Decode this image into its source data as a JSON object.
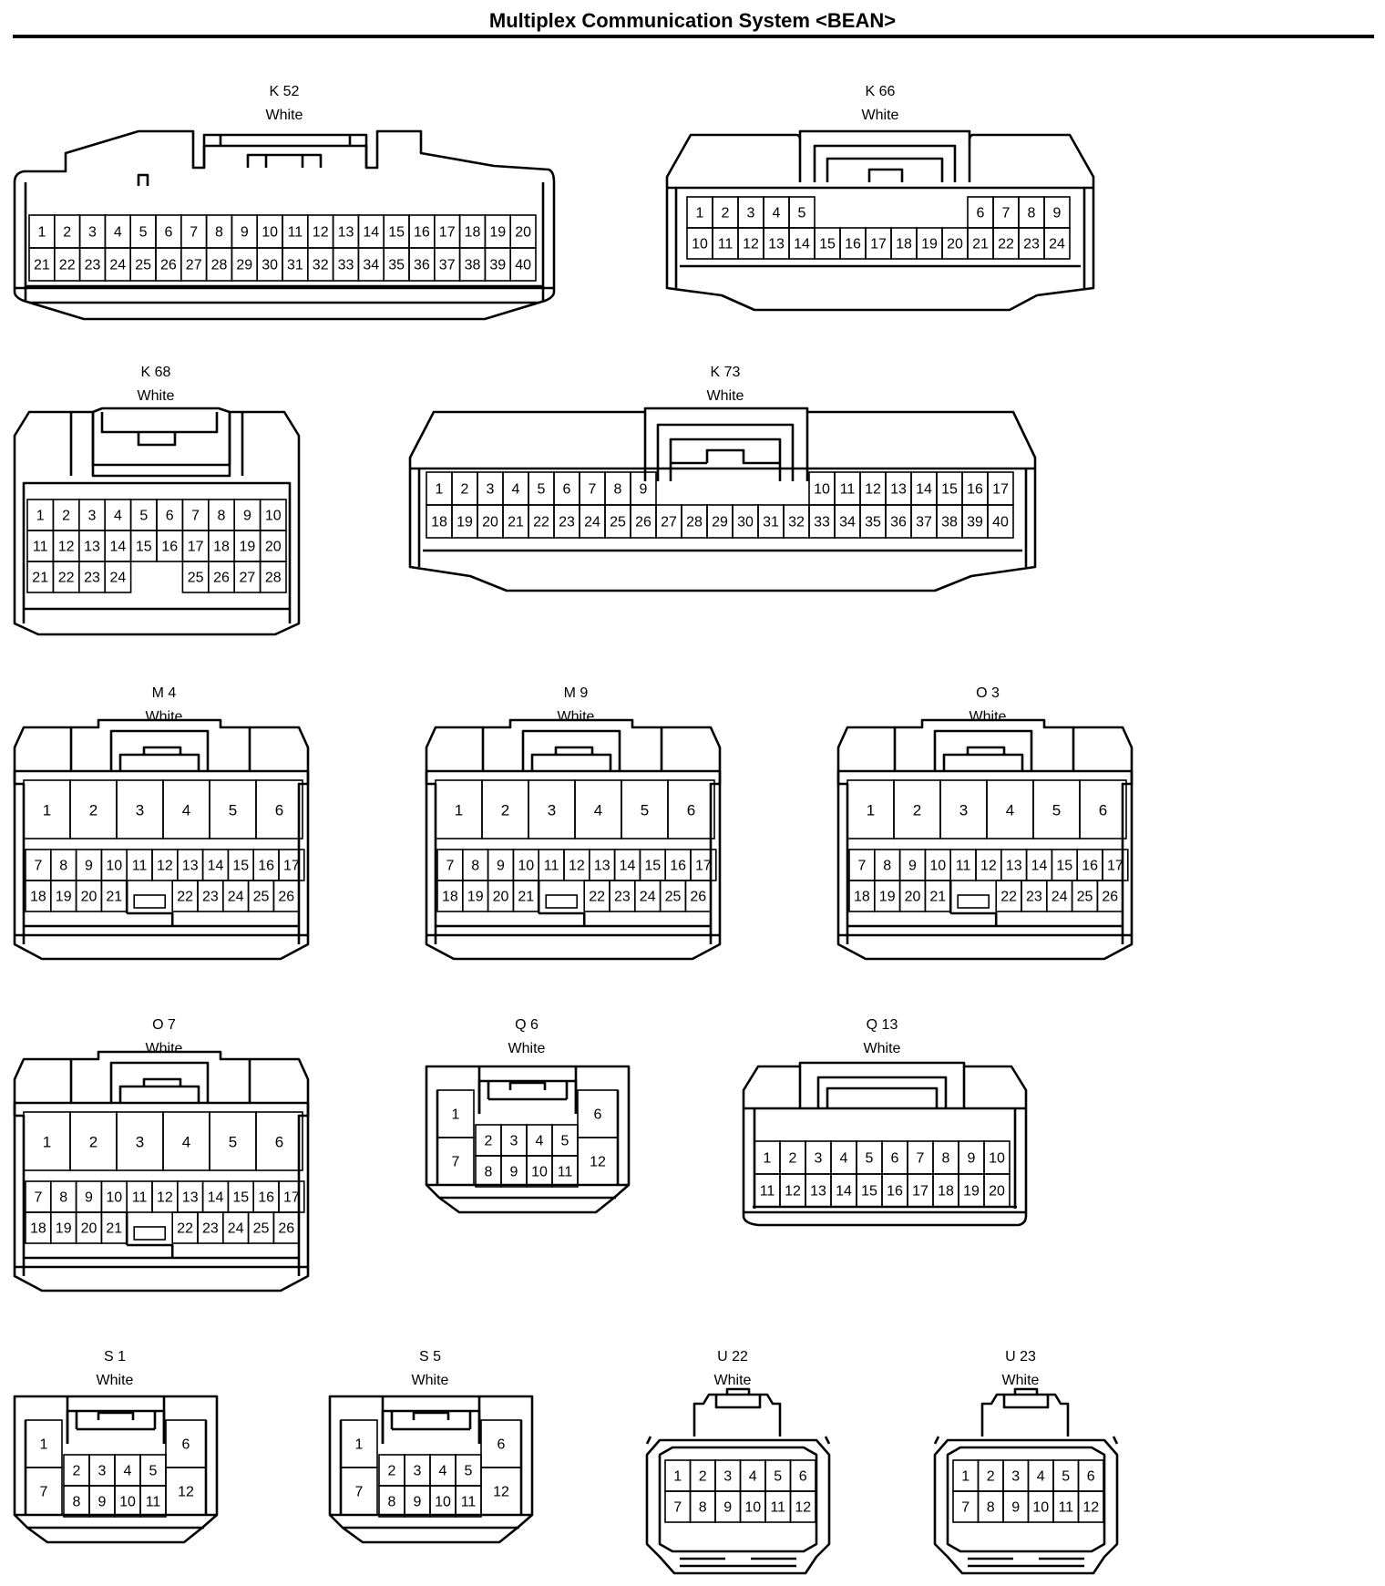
{
  "title": "Multiplex Communication System <BEAN>",
  "connectors": [
    {
      "id": "K52",
      "label": "K 52",
      "color": "White",
      "rows": [
        [
          "1",
          "2",
          "3",
          "4",
          "5",
          "6",
          "7",
          "8",
          "9",
          "10",
          "11",
          "12",
          "13",
          "14",
          "15",
          "16",
          "17",
          "18",
          "19",
          "20"
        ],
        [
          "21",
          "22",
          "23",
          "24",
          "25",
          "26",
          "27",
          "28",
          "29",
          "30",
          "31",
          "32",
          "33",
          "34",
          "35",
          "36",
          "37",
          "38",
          "39",
          "40"
        ]
      ]
    },
    {
      "id": "K66",
      "label": "K 66",
      "color": "White",
      "rows": [
        [
          "1",
          "2",
          "3",
          "4",
          "5",
          "",
          "",
          "",
          "",
          "",
          "",
          "6",
          "7",
          "8",
          "9"
        ],
        [
          "10",
          "11",
          "12",
          "13",
          "14",
          "15",
          "16",
          "17",
          "18",
          "19",
          "20",
          "21",
          "22",
          "23",
          "24"
        ]
      ]
    },
    {
      "id": "K68",
      "label": "K 68",
      "color": "White",
      "rows": [
        [
          "1",
          "2",
          "3",
          "4",
          "5",
          "6",
          "7",
          "8",
          "9",
          "10"
        ],
        [
          "11",
          "12",
          "13",
          "14",
          "15",
          "16",
          "17",
          "18",
          "19",
          "20"
        ],
        [
          "21",
          "22",
          "23",
          "24",
          "",
          "",
          "25",
          "26",
          "27",
          "28"
        ]
      ]
    },
    {
      "id": "K73",
      "label": "K 73",
      "color": "White",
      "rows": [
        [
          "1",
          "2",
          "3",
          "4",
          "5",
          "6",
          "7",
          "8",
          "9",
          "",
          "",
          "",
          "",
          "",
          "",
          "10",
          "11",
          "12",
          "13",
          "14",
          "15",
          "16",
          "17"
        ],
        [
          "18",
          "19",
          "20",
          "21",
          "22",
          "23",
          "24",
          "25",
          "26",
          "27",
          "28",
          "29",
          "30",
          "31",
          "32",
          "33",
          "34",
          "35",
          "36",
          "37",
          "38",
          "39",
          "40"
        ]
      ]
    },
    {
      "id": "M4",
      "label": "M 4",
      "color": "White",
      "big": [
        "1",
        "2",
        "3",
        "4",
        "5",
        "6"
      ],
      "rows": [
        [
          "7",
          "8",
          "9",
          "10",
          "11",
          "12",
          "13",
          "14",
          "15",
          "16",
          "17"
        ],
        [
          "18",
          "19",
          "20",
          "21",
          "",
          "22",
          "23",
          "24",
          "25",
          "26"
        ]
      ]
    },
    {
      "id": "M9",
      "label": "M 9",
      "color": "White",
      "big": [
        "1",
        "2",
        "3",
        "4",
        "5",
        "6"
      ],
      "rows": [
        [
          "7",
          "8",
          "9",
          "10",
          "11",
          "12",
          "13",
          "14",
          "15",
          "16",
          "17"
        ],
        [
          "18",
          "19",
          "20",
          "21",
          "",
          "22",
          "23",
          "24",
          "25",
          "26"
        ]
      ]
    },
    {
      "id": "O3",
      "label": "O 3",
      "color": "White",
      "big": [
        "1",
        "2",
        "3",
        "4",
        "5",
        "6"
      ],
      "rows": [
        [
          "7",
          "8",
          "9",
          "10",
          "11",
          "12",
          "13",
          "14",
          "15",
          "16",
          "17"
        ],
        [
          "18",
          "19",
          "20",
          "21",
          "",
          "22",
          "23",
          "24",
          "25",
          "26"
        ]
      ]
    },
    {
      "id": "O7",
      "label": "O 7",
      "color": "White",
      "big": [
        "1",
        "2",
        "3",
        "4",
        "5",
        "6"
      ],
      "rows": [
        [
          "7",
          "8",
          "9",
          "10",
          "11",
          "12",
          "13",
          "14",
          "15",
          "16",
          "17"
        ],
        [
          "18",
          "19",
          "20",
          "21",
          "",
          "22",
          "23",
          "24",
          "25",
          "26"
        ]
      ]
    },
    {
      "id": "Q6",
      "label": "Q 6",
      "color": "White",
      "side": {
        "left": [
          "1",
          "7"
        ],
        "right": [
          "6",
          "12"
        ],
        "mid": [
          [
            "2",
            "3",
            "4",
            "5"
          ],
          [
            "8",
            "9",
            "10",
            "11"
          ]
        ]
      }
    },
    {
      "id": "Q13",
      "label": "Q 13",
      "color": "White",
      "rows": [
        [
          "1",
          "2",
          "3",
          "4",
          "5",
          "6",
          "7",
          "8",
          "9",
          "10"
        ],
        [
          "11",
          "12",
          "13",
          "14",
          "15",
          "16",
          "17",
          "18",
          "19",
          "20"
        ]
      ]
    },
    {
      "id": "S1",
      "label": "S 1",
      "color": "White",
      "side": {
        "left": [
          "1",
          "7"
        ],
        "right": [
          "6",
          "12"
        ],
        "mid": [
          [
            "2",
            "3",
            "4",
            "5"
          ],
          [
            "8",
            "9",
            "10",
            "11"
          ]
        ]
      }
    },
    {
      "id": "S5",
      "label": "S 5",
      "color": "White",
      "side": {
        "left": [
          "1",
          "7"
        ],
        "right": [
          "6",
          "12"
        ],
        "mid": [
          [
            "2",
            "3",
            "4",
            "5"
          ],
          [
            "8",
            "9",
            "10",
            "11"
          ]
        ]
      }
    },
    {
      "id": "U22",
      "label": "U 22",
      "color": "White",
      "rows": [
        [
          "1",
          "2",
          "3",
          "4",
          "5",
          "6"
        ],
        [
          "7",
          "8",
          "9",
          "10",
          "11",
          "12"
        ]
      ]
    },
    {
      "id": "U23",
      "label": "U 23",
      "color": "White",
      "rows": [
        [
          "1",
          "2",
          "3",
          "4",
          "5",
          "6"
        ],
        [
          "7",
          "8",
          "9",
          "10",
          "11",
          "12"
        ]
      ]
    }
  ]
}
